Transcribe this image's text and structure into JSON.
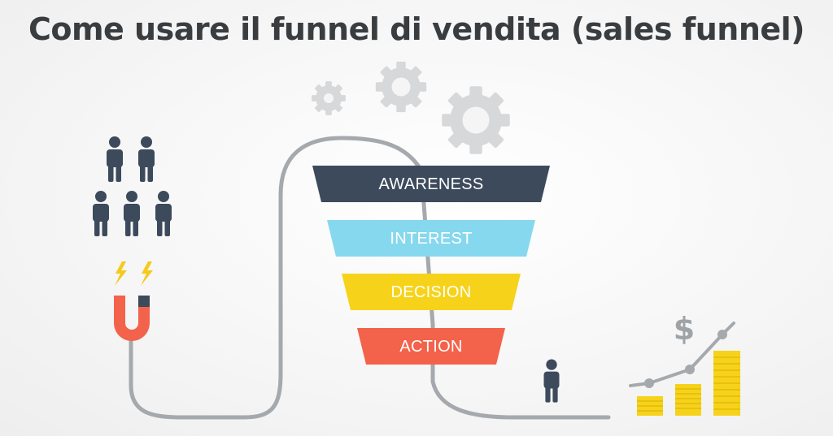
{
  "title": "Come usare il funnel di vendita (sales funnel)",
  "funnel": {
    "stages": [
      {
        "label": "AWARENESS",
        "color": "#3c4a5c"
      },
      {
        "label": "INTEREST",
        "color": "#86d8ee"
      },
      {
        "label": "DECISION",
        "color": "#f6d31a"
      },
      {
        "label": "ACTION",
        "color": "#f3624a"
      }
    ]
  },
  "growth": {
    "symbol": "$"
  },
  "icons": [
    "gear-icon",
    "person-icon",
    "magnet-icon",
    "lightning-icon",
    "dollar-icon",
    "coin-stack-icon"
  ],
  "colors": {
    "line": "#a5a9ad",
    "person": "#3c4a5c",
    "gear": "#d7d8da",
    "coin": "#f6d31a",
    "magnet": "#f3624a",
    "lightning": "#f6c91a"
  }
}
